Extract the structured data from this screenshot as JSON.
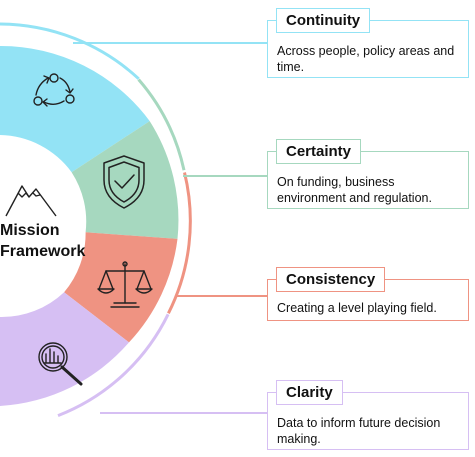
{
  "center": {
    "title_line1": "Mission",
    "title_line2": "Framework"
  },
  "colors": {
    "continuity": "#93e3f5",
    "certainty": "#a6d8bf",
    "consistency": "#ef9382",
    "clarity": "#d6bff3"
  },
  "pillars": [
    {
      "title": "Continuity",
      "text": "Across people, policy areas and time.",
      "icon": "cycle-arrows-icon"
    },
    {
      "title": "Certainty",
      "text": "On funding, business environment and regulation.",
      "icon": "shield-check-icon"
    },
    {
      "title": "Consistency",
      "text": "Creating a level playing field.",
      "icon": "scales-icon"
    },
    {
      "title": "Clarity",
      "text": "Data to inform future decision making.",
      "icon": "magnifier-chart-icon"
    }
  ]
}
